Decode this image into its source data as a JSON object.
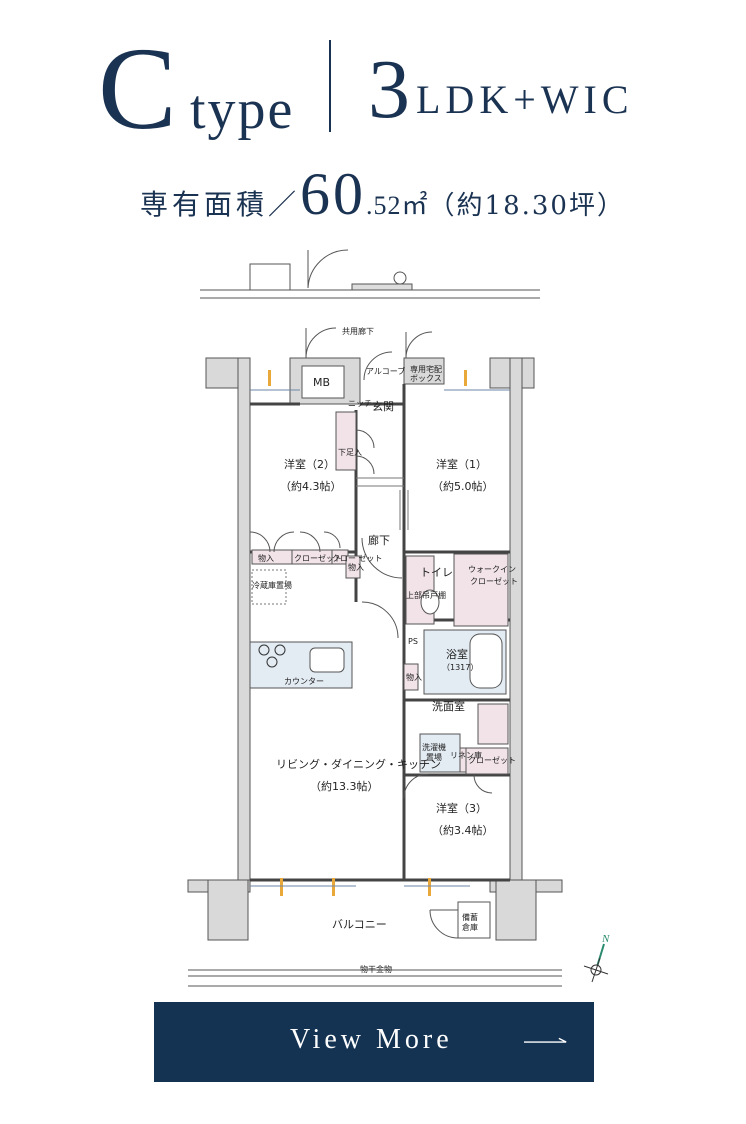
{
  "header": {
    "letter": "C",
    "type_word": "type",
    "room_count": "3",
    "layout": "LDK+WIC"
  },
  "area": {
    "label": "専有面積／",
    "value_int": "60",
    "value_dec": ".52㎡",
    "tsubo": "（約18.30坪）"
  },
  "floorplan": {
    "rooms": {
      "common_corridor": "共用廊下",
      "mb": "MB",
      "alcove": "アルコーブ",
      "delivery_box_1": "専用宅配",
      "delivery_box_2": "ボックス",
      "entrance": "玄関",
      "shoe_box": "下足入",
      "niche": "ニッチ",
      "western_2": "洋室（2）",
      "western_2_size": "（約4.3帖）",
      "western_1": "洋室（1）",
      "western_1_size": "（約5.0帖）",
      "corridor": "廊下",
      "storage_1": "物入",
      "closet_1": "クローゼット",
      "closet_2": "クロー\nゼット",
      "storage_2": "物入",
      "toilet": "トイレ",
      "upper_cabinet": "上部吊戸棚",
      "wic_1": "ウォークイン",
      "wic_2": "クローゼット",
      "fridge": "冷蔵庫置場",
      "ps": "PS",
      "bath": "浴室",
      "bath_size": "（1317）",
      "storage_3": "物入",
      "counter": "カウンター",
      "washroom": "洗面室",
      "washer_1": "洗濯機",
      "washer_2": "置場",
      "linen": "リネン庫",
      "closet_3": "クローゼット",
      "ldk": "リビング・ダイニング・キッチン",
      "ldk_size": "（約13.3帖）",
      "western_3": "洋室（3）",
      "western_3_size": "（約3.4帖）",
      "balcony": "バルコニー",
      "storage_balcony_1": "備蓄",
      "storage_balcony_2": "倉庫",
      "laundry_rail": "物干金物"
    },
    "compass": "N",
    "colors": {
      "wall": "#d9d9d9",
      "wall_stroke": "#555555",
      "storage_fill": "#f1e3e8",
      "wet_fill": "#e3ebf3",
      "accent": "#e8a93a",
      "compass": "#2a8a6e"
    }
  },
  "cta": {
    "label": "View More"
  }
}
